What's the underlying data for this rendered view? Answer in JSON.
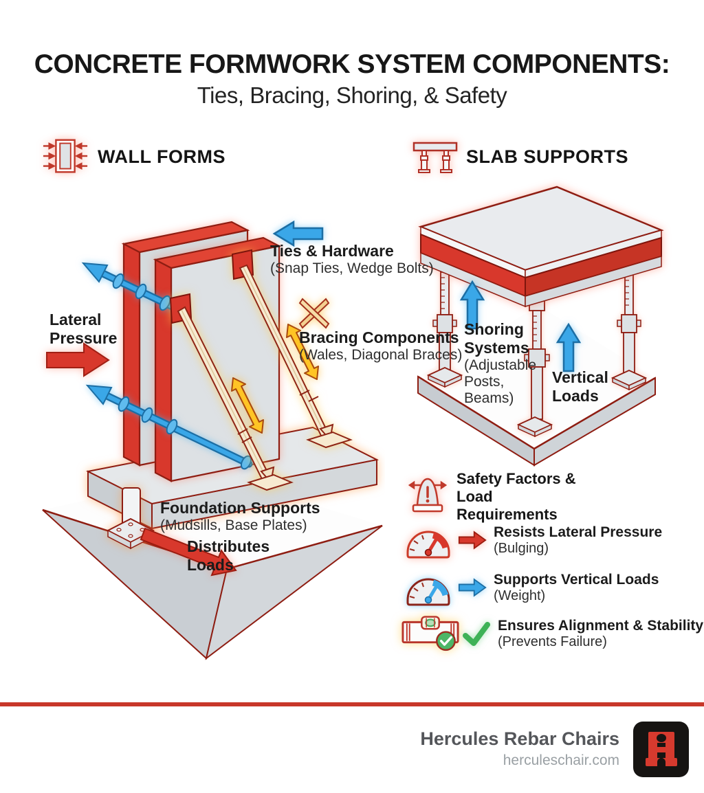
{
  "page": {
    "title": "CONCRETE FORMWORK SYSTEM COMPONENTS:",
    "subtitle": "Ties, Bracing, Shoring, & Safety"
  },
  "wall_forms": {
    "heading": "WALL FORMS",
    "labels": {
      "ties": {
        "title": "Ties & Hardware",
        "sub": "(Snap Ties, Wedge Bolts)"
      },
      "lateral": {
        "title": "Lateral Pressure"
      },
      "bracing": {
        "title": "Bracing Components",
        "sub": "(Wales, Diagonal Braces)"
      },
      "foundation": {
        "title": "Foundation Supports",
        "sub": "(Mudsills, Base Plates)"
      },
      "distributes": {
        "title": "Distributes Loads"
      }
    }
  },
  "slab_supports": {
    "heading": "SLAB SUPPORTS",
    "labels": {
      "shoring": {
        "title": "Shoring Systems",
        "sub": "(Adjustable Posts, Beams)"
      },
      "vertical": {
        "title": "Vertical Loads"
      }
    }
  },
  "safety": {
    "heading": "Safety Factors & Load Requirements",
    "items": [
      {
        "icon": "gauge-red-icon",
        "title": "Resists Lateral Pressure",
        "sub": "(Bulging)"
      },
      {
        "icon": "gauge-blue-icon",
        "title": "Supports Vertical Loads",
        "sub": "(Weight)"
      },
      {
        "icon": "level-check-icon",
        "title": "Ensures Alignment & Stability",
        "sub": "(Prevents Failure)"
      }
    ]
  },
  "footer": {
    "brand": "Hercules Rebar Chairs",
    "website": "herculeschair.com"
  },
  "icons": {
    "wall_forms": "wall-pressure-icon",
    "slab_supports": "slab-table-icon",
    "safety": "load-cone-icon",
    "bracing": "crossed-braces-icon"
  },
  "colors": {
    "red": "#d8382c",
    "dark_red": "#8e1d12",
    "blue": "#3aa7e8",
    "yellow": "#ffc425",
    "green": "#41b85c",
    "tan": "#f7ead0",
    "divider": "#c8372a",
    "panel_grey": "#dde1e4"
  }
}
